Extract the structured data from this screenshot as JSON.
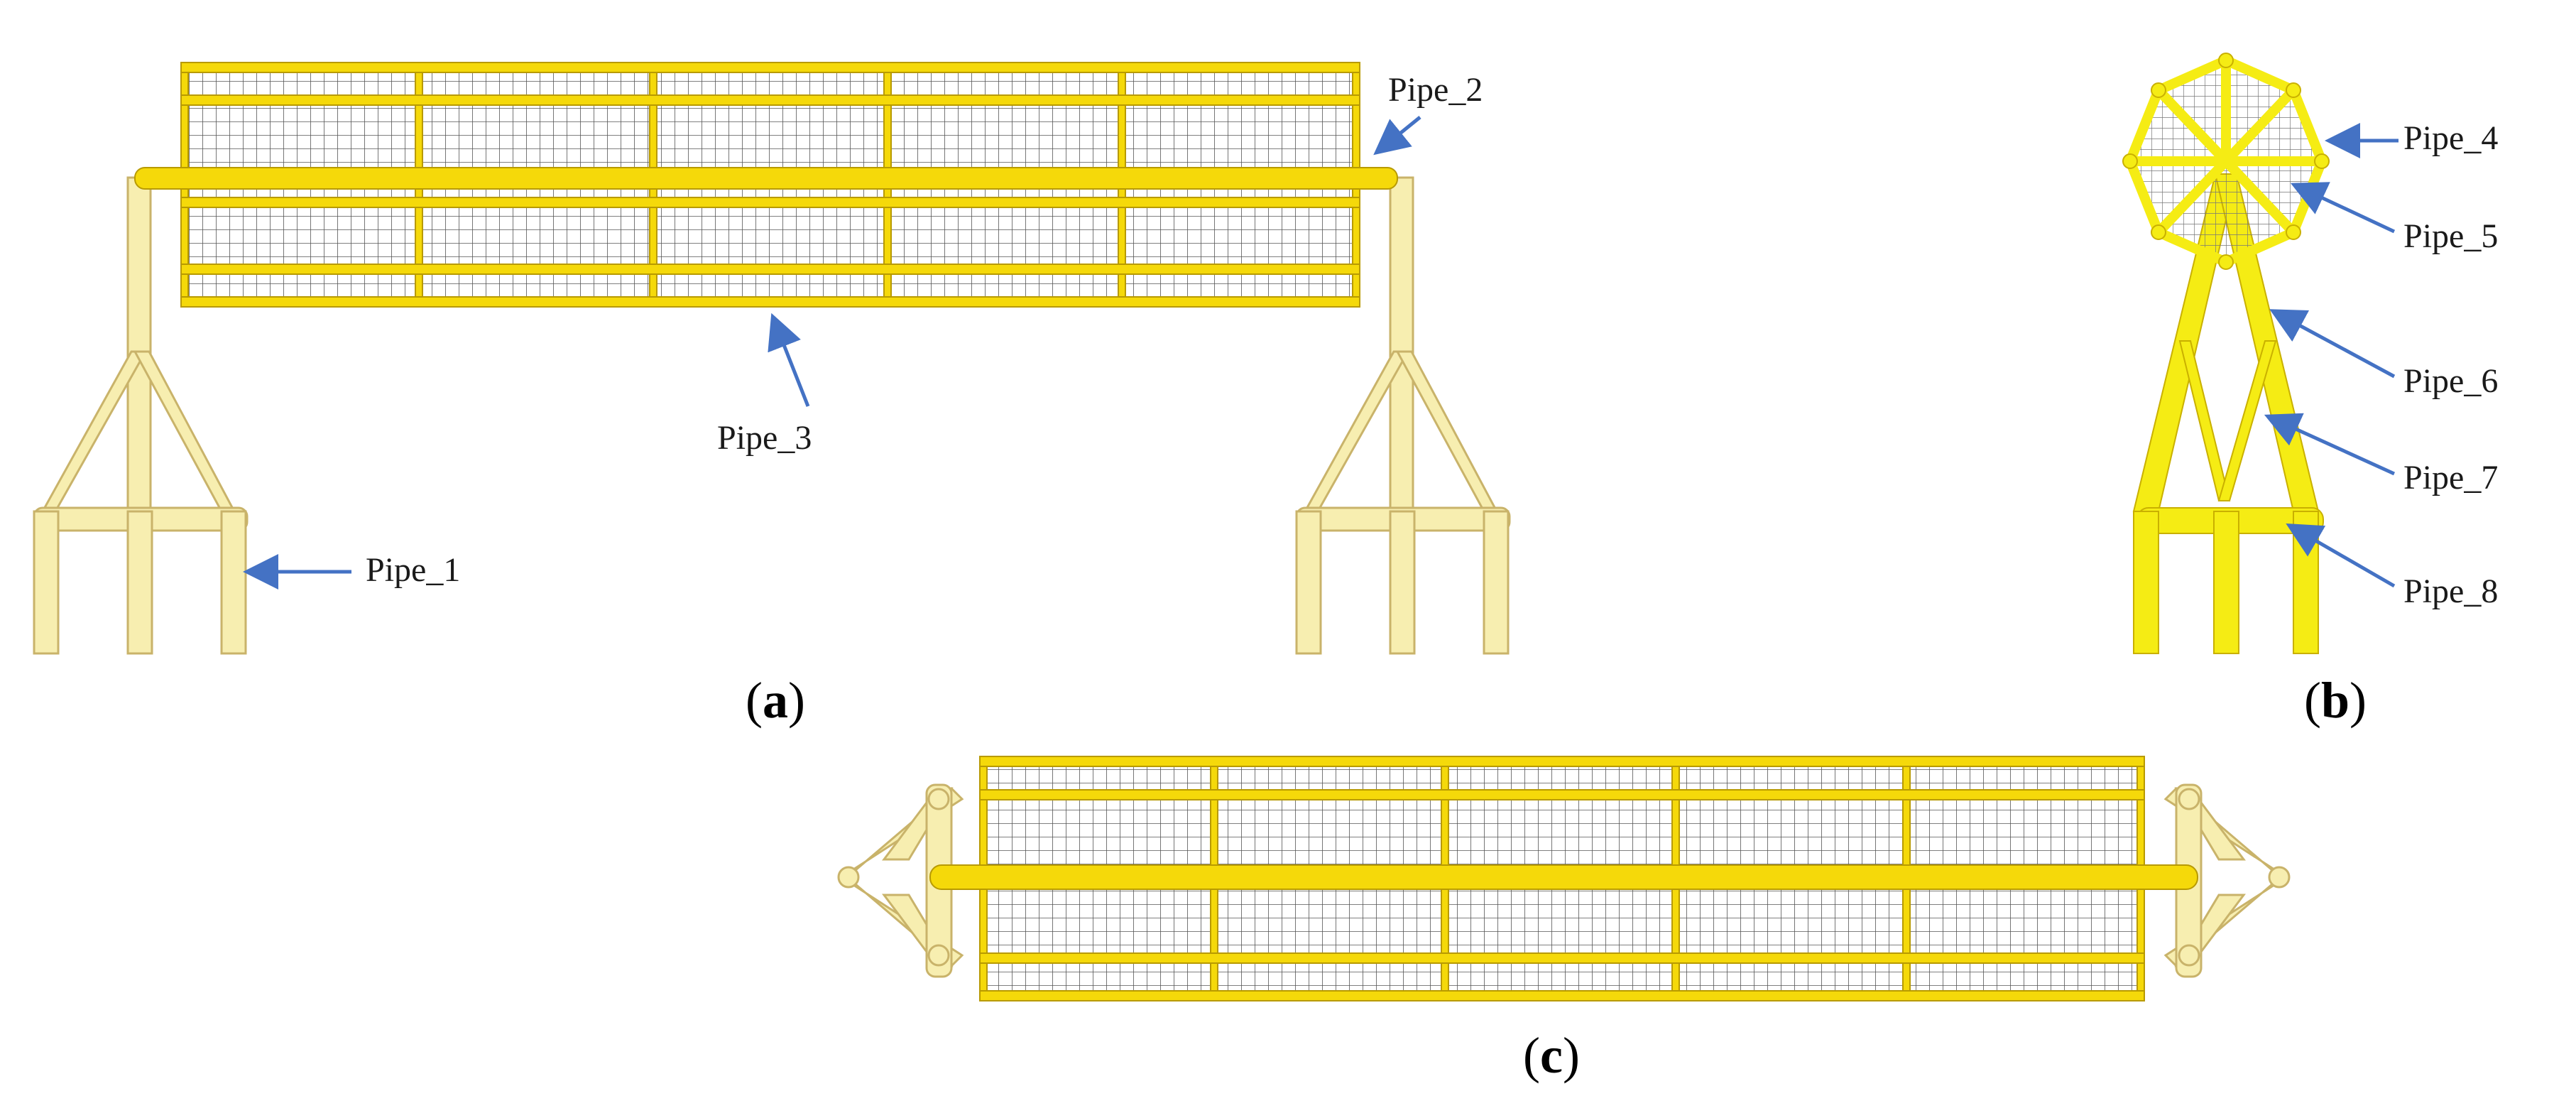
{
  "figure": {
    "panels": [
      {
        "id": "a",
        "open": "(",
        "letter": "a",
        "close": ")"
      },
      {
        "id": "b",
        "open": "(",
        "letter": "b",
        "close": ")"
      },
      {
        "id": "c",
        "open": "(",
        "letter": "c",
        "close": ")"
      }
    ],
    "labels": {
      "pipe_1": "Pipe_1",
      "pipe_2": "Pipe_2",
      "pipe_3": "Pipe_3",
      "pipe_4": "Pipe_4",
      "pipe_5": "Pipe_5",
      "pipe_6": "Pipe_6",
      "pipe_7": "Pipe_7",
      "pipe_8": "Pipe_8"
    },
    "colors": {
      "frame": "#f5d90a",
      "frame_edge": "#b89a00",
      "frame_light": "#f7eeb0",
      "frame_light_edge": "#c9b36a",
      "net": "#4a4a4a",
      "arrow": "#4472c4",
      "octagon": "#f5ec14"
    }
  }
}
